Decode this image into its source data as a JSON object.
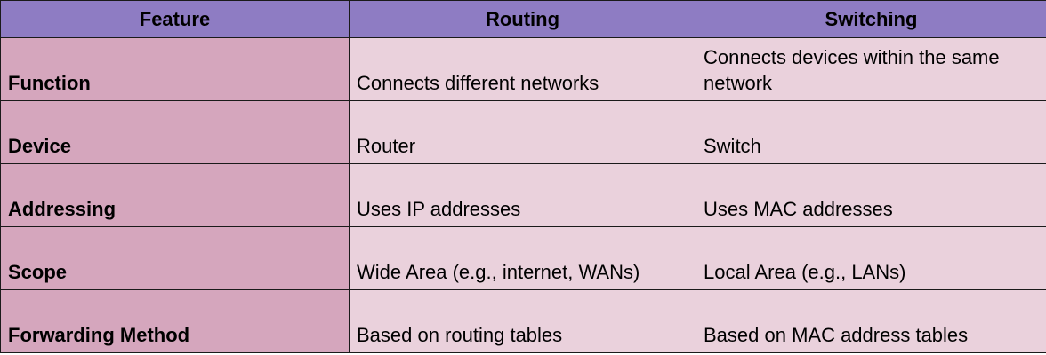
{
  "table": {
    "headers": [
      "Feature",
      "Routing",
      "Switching"
    ],
    "rows": [
      [
        "Function",
        "Connects different networks",
        "Connects devices within the same network"
      ],
      [
        "Device",
        "Router",
        "Switch"
      ],
      [
        "Addressing",
        "Uses IP addresses",
        "Uses MAC addresses"
      ],
      [
        "Scope",
        "Wide Area (e.g., internet, WANs)",
        "Local Area (e.g., LANs)"
      ],
      [
        "Forwarding Method",
        "Based on routing tables",
        "Based on MAC address tables"
      ]
    ]
  },
  "colors": {
    "header_bg": "#8e7cc3",
    "feature_col_bg": "#d5a6bd",
    "value_cell_bg": "#ead1dc",
    "border": "#1a1a1a"
  }
}
